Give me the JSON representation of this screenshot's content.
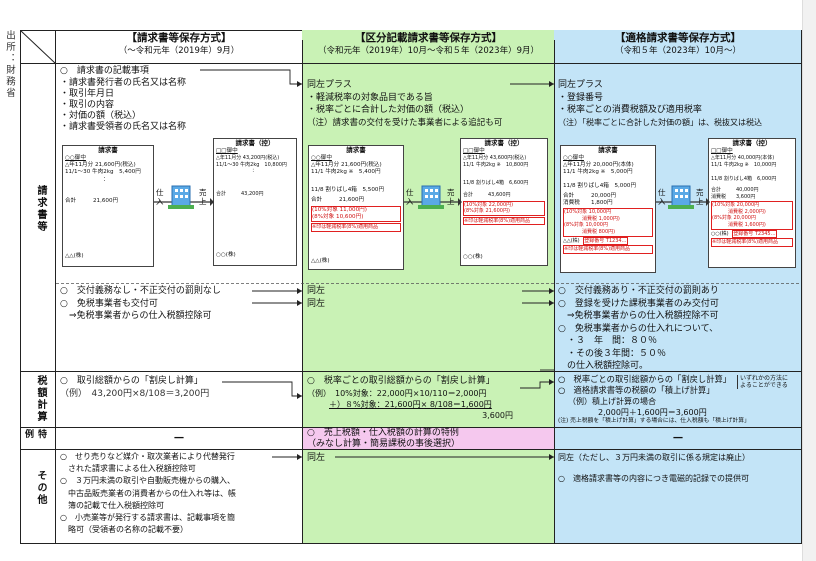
{
  "side_label": "出所：財務省",
  "columns": [
    {
      "title": "【請求書等保存方式】",
      "period": "（～令和元年（2019年）9月）",
      "color": "#ffffff"
    },
    {
      "title": "【区分記載請求書等保存方式】",
      "period": "（令和元年（2019年）10月～令和５年（2023年）9月）",
      "color": "#c9f2b5"
    },
    {
      "title": "【適格請求書等保存方式】",
      "period": "（令和５年（2023年）10月～）",
      "color": "#c3e4f7"
    }
  ],
  "row_labels": {
    "invoice": "請求書等",
    "tax_calc": "税額計算",
    "special": "特例",
    "other": "その他"
  },
  "invoice": {
    "c1_items": [
      "○　請求書の記載事項",
      "・請求書発行者の氏名又は名称",
      "・取引年月日",
      "・取引の内容",
      "・対価の額（税込）",
      "・請求書受領者の氏名又は名称"
    ],
    "c2_items": [
      "同左プラス",
      "・軽減税率の対象品目である旨",
      "・税率ごとに合計した対価の額（税込）",
      "（注）請求書の交付を受けた事業者による追記も可"
    ],
    "c3_items": [
      "同左プラス",
      "・登録番号",
      "・税率ごとの消費税額及び適用税率",
      "（注）「税率ごとに合計した対価の額」は、税抜又は税込"
    ],
    "doc_title": "請求書",
    "doc_copy_title": "請求書（控）",
    "doc_to": "○○御中",
    "doc_to_copy": "□□御中",
    "c1_doc_lines": [
      "△年11月分 21,600円(税込)",
      "11/1～30 牛肉2kg　5,400円",
      "：",
      "合計　　　21,600円"
    ],
    "c1_copy_lines": [
      "△年11月分 43,200円(税込)",
      "11/1～30 牛肉2kg　10,800円",
      "：",
      "合計　　　43,200円"
    ],
    "c2_doc_lines": [
      "△年11月分 21,600円(税込)",
      "11/1 牛肉2kg ※　5,400円",
      "11/8 割りばし4箱　5,500円",
      "合計　　　21,600円",
      "(10%対象 11,000円)",
      "(8%対象 10,600円)",
      "※印は軽減税率(8%)適用商品"
    ],
    "c2_copy_lines": [
      "△年11月分 43,600円(税込)",
      "11/1 牛肉2kg ※　10,800円",
      "11/8 割りばし4箱　6,600円",
      "合計　　　43,600円",
      "(10%対象 22,000円)",
      "(8%対象 21,600円)",
      "※印は軽減税率(8%)適用商品"
    ],
    "c3_doc_lines": [
      "△年11月分 20,000円(本体)",
      "11/1 牛肉2kg ※　5,000円",
      "11/8 割りばし4箱　5,000円",
      "合計　　　20,000円",
      "消費税　　1,800円",
      "(10%対象 10,000円",
      "消費税 1,000円)",
      "(8%対象 10,000円",
      "消費税 800円)",
      "登録番号 T1234…",
      "※印は軽減税率(8%)適用商品"
    ],
    "c3_copy_lines": [
      "△年11月分 40,000円(本体)",
      "11/1 牛肉2kg ※　10,000円",
      "11/8 割りばし4箱　6,000円",
      "合計　　　40,000円",
      "消費税　　3,600円",
      "(10%対象 20,000円",
      "消費税 2,000円)",
      "(8%対象 20,000円",
      "消費税 1,600円)",
      "登録番号 T2345…",
      "※印は軽減税率(8%)適用商品"
    ],
    "from_a": "△△(株)",
    "from_b": "○○(株)",
    "flow_in": "仕入",
    "flow_out": "売上",
    "c1_bottom": [
      "○　交付義務なし・不正交付の罰則なし",
      "○　免税事業者も交付可",
      "　⇒免税事業者からの仕入税額控除可"
    ],
    "c2_bottom": [
      "同左",
      "同左"
    ],
    "c3_bottom": [
      "○　交付義務あり・不正交付の罰則あり",
      "○　登録を受けた課税事業者のみ交付可",
      "　⇒免税事業者からの仕入税額控除不可",
      "○　免税事業者からの仕入れについて、",
      "　・３　年　間：８０％",
      "　・その後３年間：５０％",
      "　の仕入税額控除可。"
    ]
  },
  "tax_calc": {
    "c1": [
      "○　取引総額からの「割戻し計算」",
      "（例）　43,200円×8/108＝3,200円"
    ],
    "c2": [
      "○　税率ごとの取引総額からの「割戻し計算」",
      "（例）　10%対象：22,000円×10/110＝2,000円",
      "＋）８%対象：21,600円× 8/108＝1,600円",
      "3,600円"
    ],
    "c3": [
      "○　税率ごとの取引総額からの「割戻し計算」",
      "○　適格請求書等の税額の「積上げ計算」",
      "（例）積上げ計算の場合",
      "2,000円＋1,600円＝3,600円",
      "(注) 売上税額を「積上げ計算」する場合には、仕入税額も「積上げ計算」"
    ],
    "c3_note": [
      "いずれかの方法に",
      "よることができる"
    ]
  },
  "special": {
    "c1": "－",
    "c2": [
      "○　売上税額・仕入税額の計算の特例",
      "（みなし計算・簡易課税の事後選択）"
    ],
    "c3": "－"
  },
  "other": {
    "c1": [
      "○　せり売りなど媒介・取次業者により代替発行",
      "　された請求書による仕入税額控除可",
      "○　３万円未満の取引や自動販売機からの購入、",
      "　中古品販売業者の消費者からの仕入れ等は、帳",
      "　簿の記載で仕入税額控除可",
      "○　小売業等が発行する請求書は、記載事項を簡",
      "　略可（受領者の名称の記載不要）"
    ],
    "c2": "同左",
    "c3": [
      "同左（ただし、３万円未満の取引に係る規定は廃止）",
      "○　適格請求書等の内容につき電磁的記録での提供可"
    ]
  }
}
